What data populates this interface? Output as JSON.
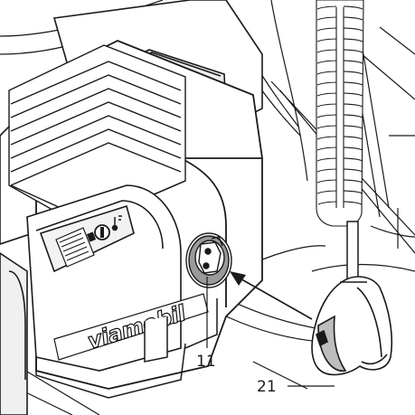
{
  "figure": {
    "brand_label": "viamobil",
    "callouts": [
      {
        "id": "11",
        "label": "11"
      },
      {
        "id": "21",
        "label": "21"
      }
    ]
  },
  "colors": {
    "line": "#1a1a1a",
    "panel_light": "#ffffff",
    "panel_shadow": "#e6e6e6",
    "socket_gray": "#9a9a9a",
    "grip_gray": "#bdbdbd"
  },
  "icons": [
    "battery-indicator-icon",
    "key-switch-icon",
    "temperature-icon",
    "direction-arrow-icon"
  ]
}
